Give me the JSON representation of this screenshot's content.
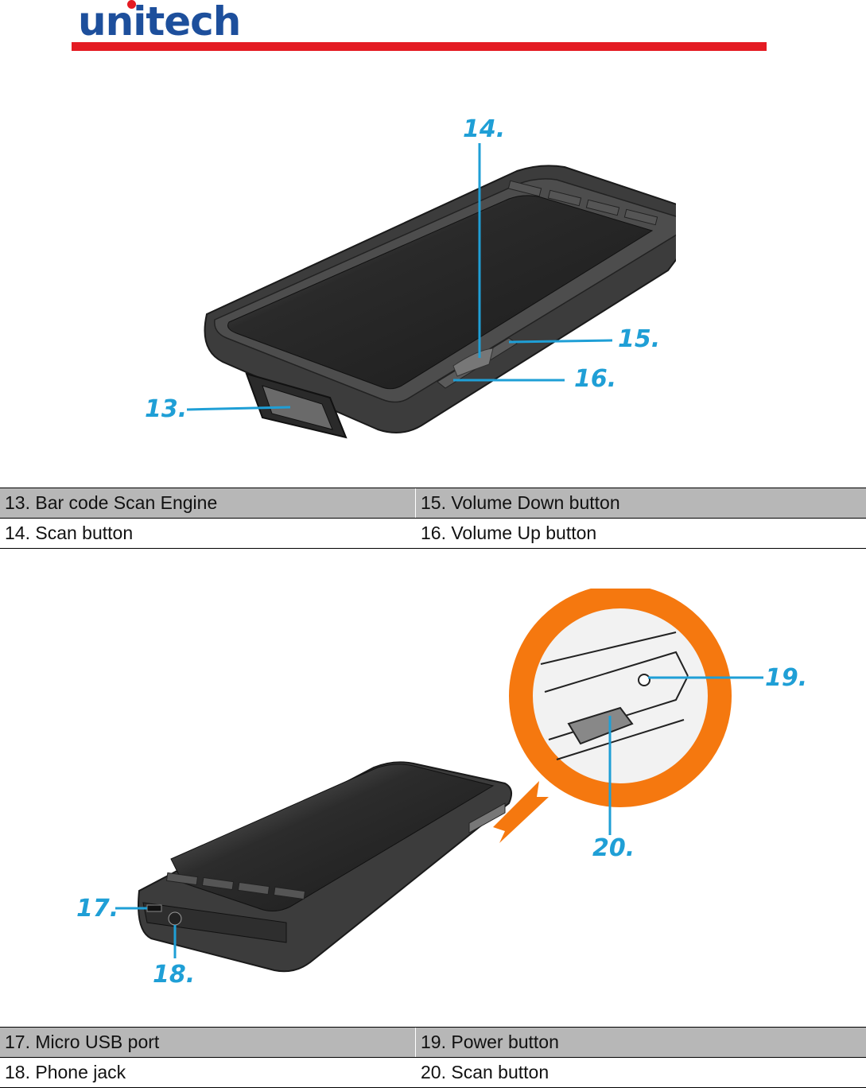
{
  "header": {
    "brand": "unitech",
    "brand_color": "#1d4f9c",
    "bar_color": "#e41b23"
  },
  "figure1": {
    "callouts": [
      "13.",
      "14.",
      "15.",
      "16."
    ],
    "callout_color": "#1f9fd6"
  },
  "table1": {
    "rows": [
      [
        "13. Bar code Scan Engine",
        "15. Volume Down button"
      ],
      [
        "14. Scan button",
        "16. Volume Up button"
      ]
    ]
  },
  "figure2": {
    "callouts": [
      "17.",
      "18.",
      "19.",
      "20."
    ],
    "magnifier_color": "#f5780f"
  },
  "table2": {
    "rows": [
      [
        "17. Micro USB port",
        "19. Power button"
      ],
      [
        "18. Phone jack",
        "20. Scan button"
      ]
    ]
  }
}
